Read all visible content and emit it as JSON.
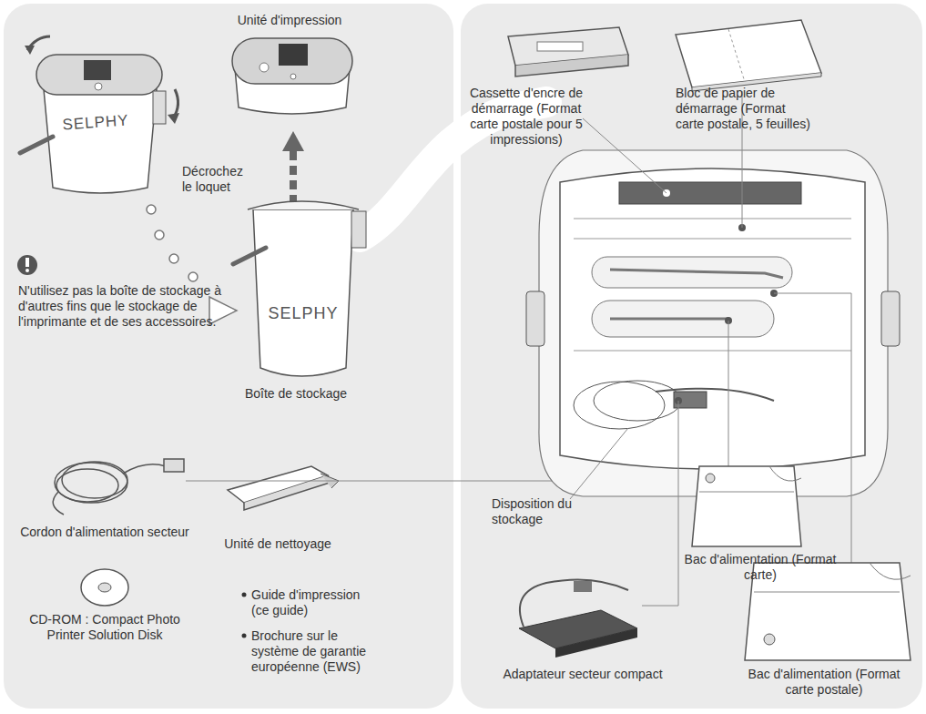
{
  "diagram": {
    "labels": [
      "Unité d'impression",
      "SELPHY",
      "Décrochez le loquet",
      "SELPHY",
      "N'utilisez pas la boîte de stockage à d'autres fins que le stockage de l'imprimante et de ses accessoires.",
      "Boîte de stockage",
      "Cordon d'alimentation secteur",
      "Unité de nettoyage",
      "CD-ROM : Compact Photo Printer Solution Disk",
      "Guide d'impression (ce guide)",
      "Brochure sur le système de garantie européenne (EWS)",
      "Cassette d'encre de démarrage (Format carte postale pour 5 impressions)",
      "Bloc de papier de démarrage (Format carte postale, 5 feuilles)",
      "Disposition du stockage",
      "Bac d'alimentation (Format carte)",
      "Adaptateur secteur compact",
      "Bac d'alimentation (Format carte postale)"
    ]
  }
}
